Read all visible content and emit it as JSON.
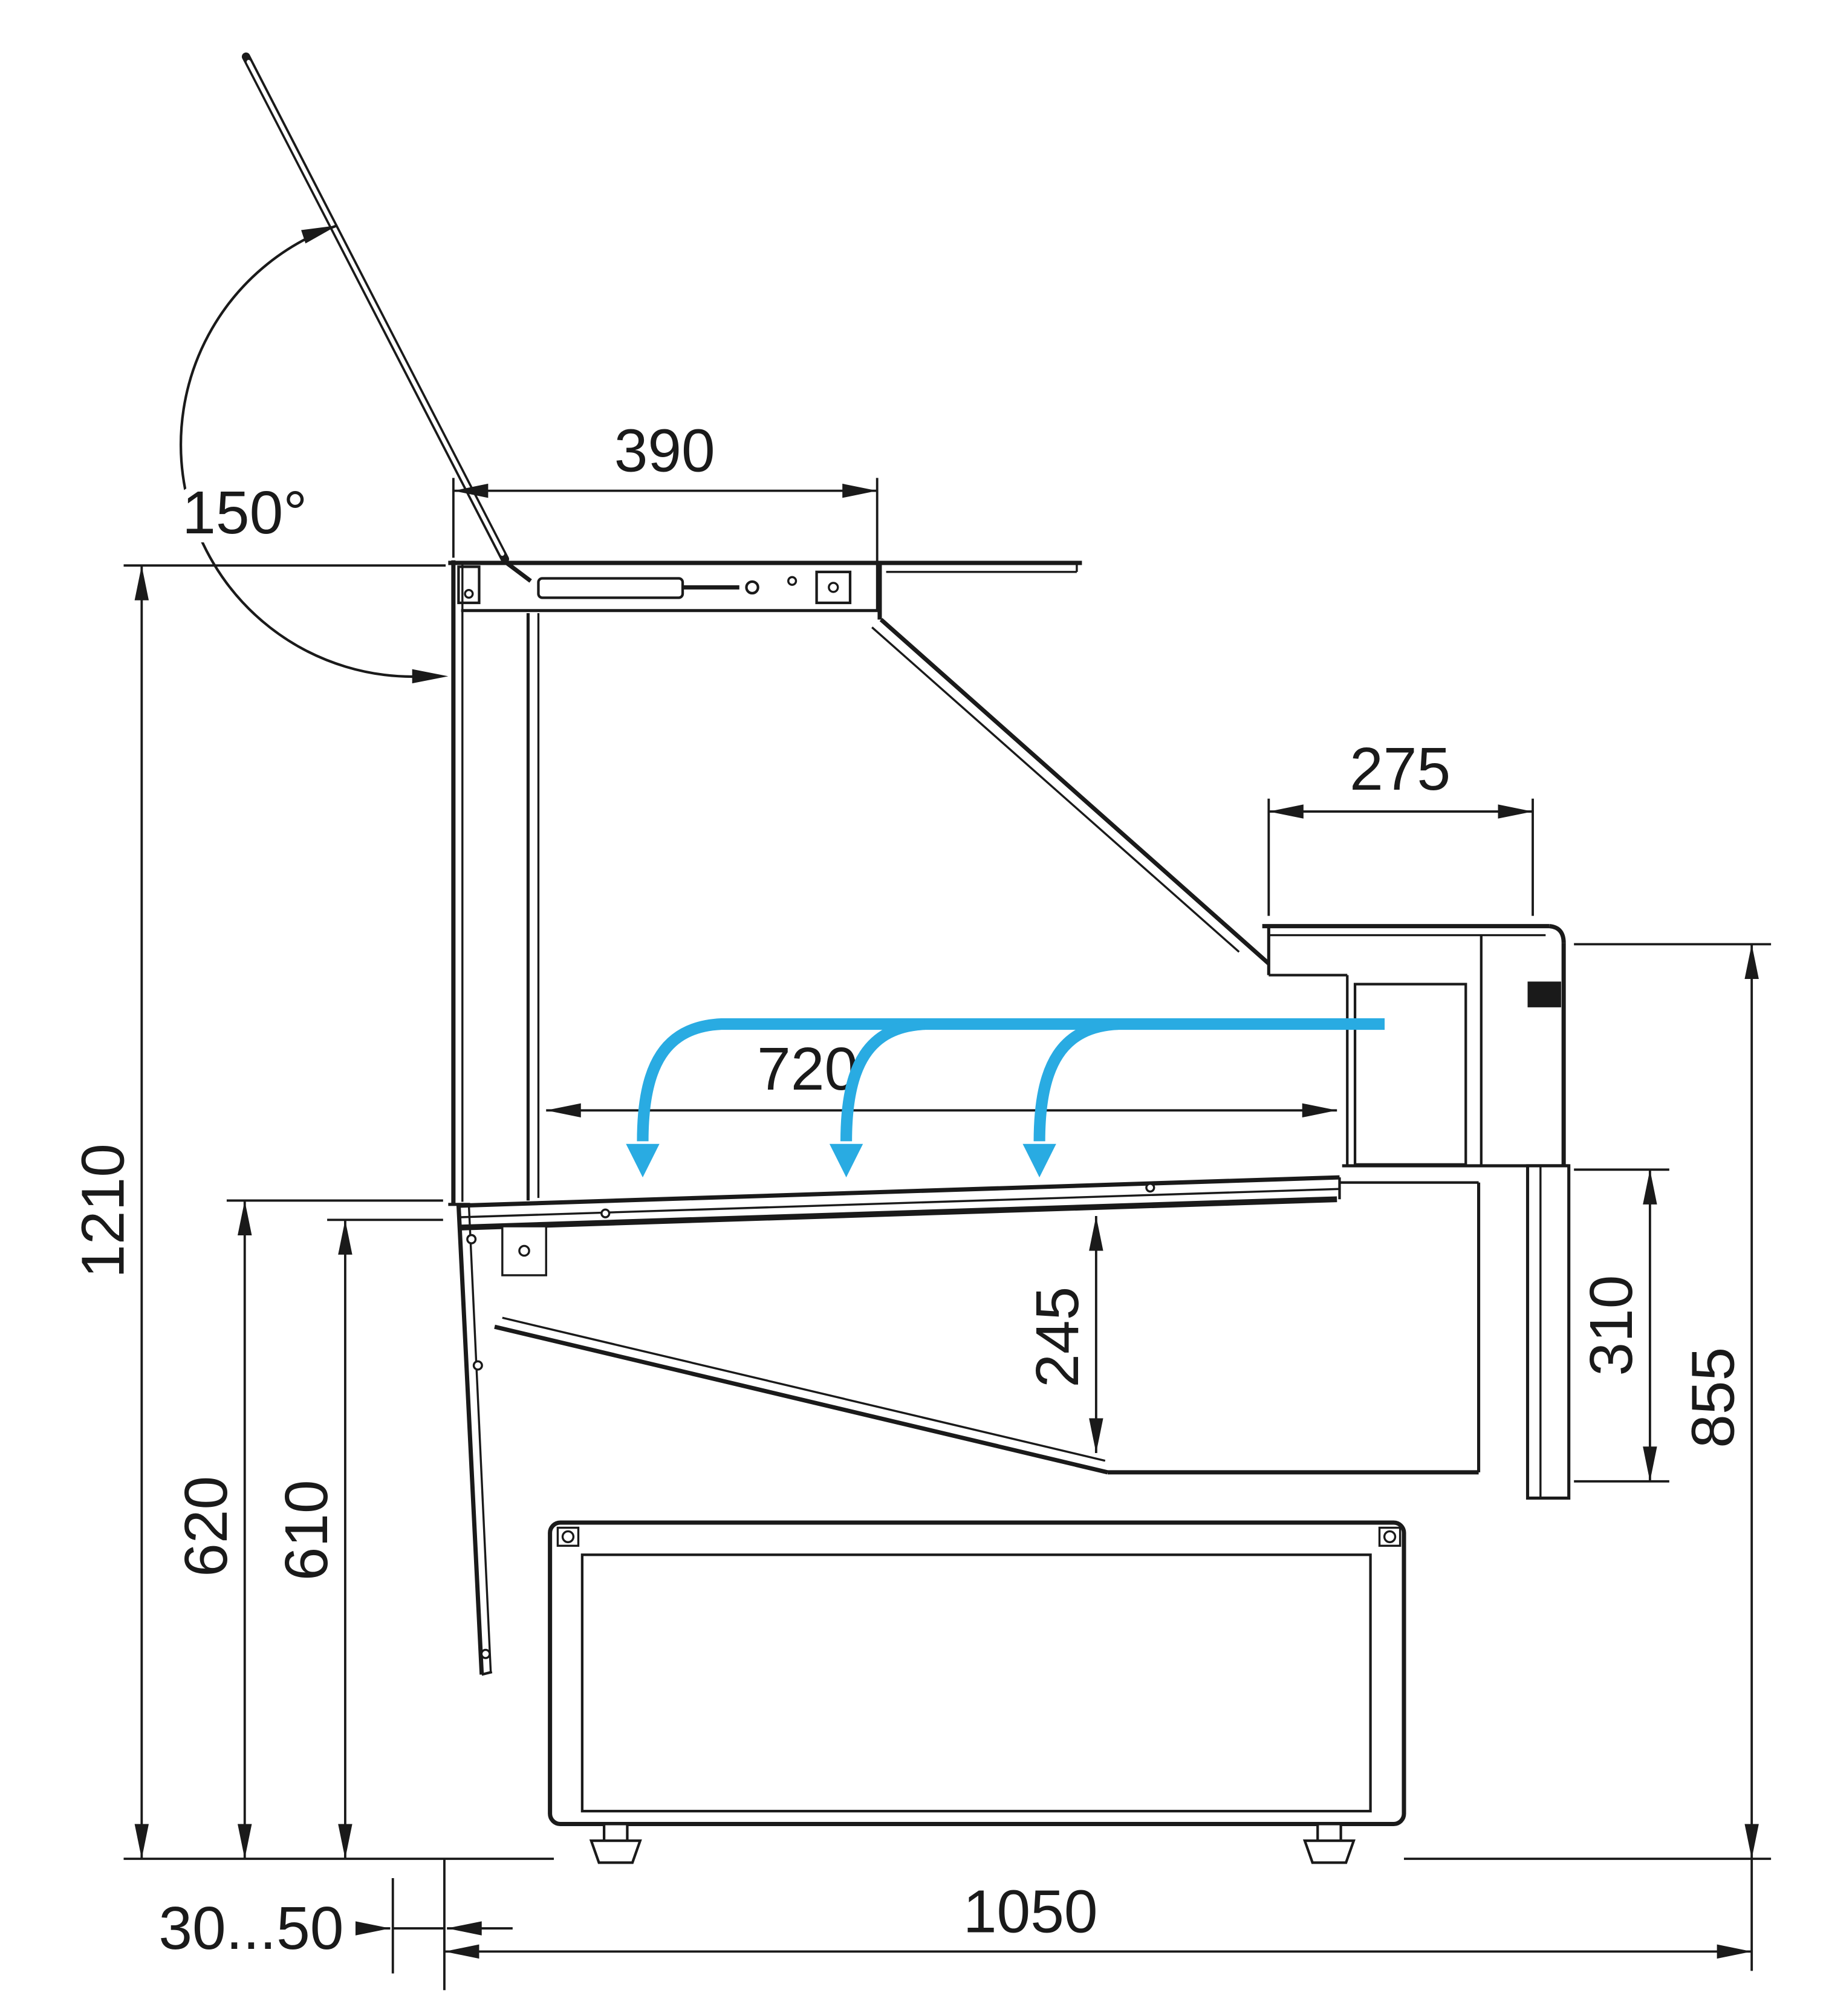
{
  "diagram": {
    "subject": "Refrigerated serve-over display counter — side section technical drawing with airflow",
    "colors": {
      "line": "#1a1a1a",
      "airflow": "#29abe2",
      "background": "#ffffff"
    },
    "airflow": {
      "arrow_count": 3
    },
    "labels": {
      "lid_angle": "150°",
      "lid_depth": "390",
      "rear_shelf_depth": "275",
      "display_deck_depth": "720",
      "overall_height": "1210",
      "front_height_outer": "620",
      "front_height_inner": "610",
      "well_depth": "245",
      "rear_panel_height": "310",
      "rear_height": "855",
      "wall_clearance": "30...50",
      "base_depth": "1050"
    }
  }
}
